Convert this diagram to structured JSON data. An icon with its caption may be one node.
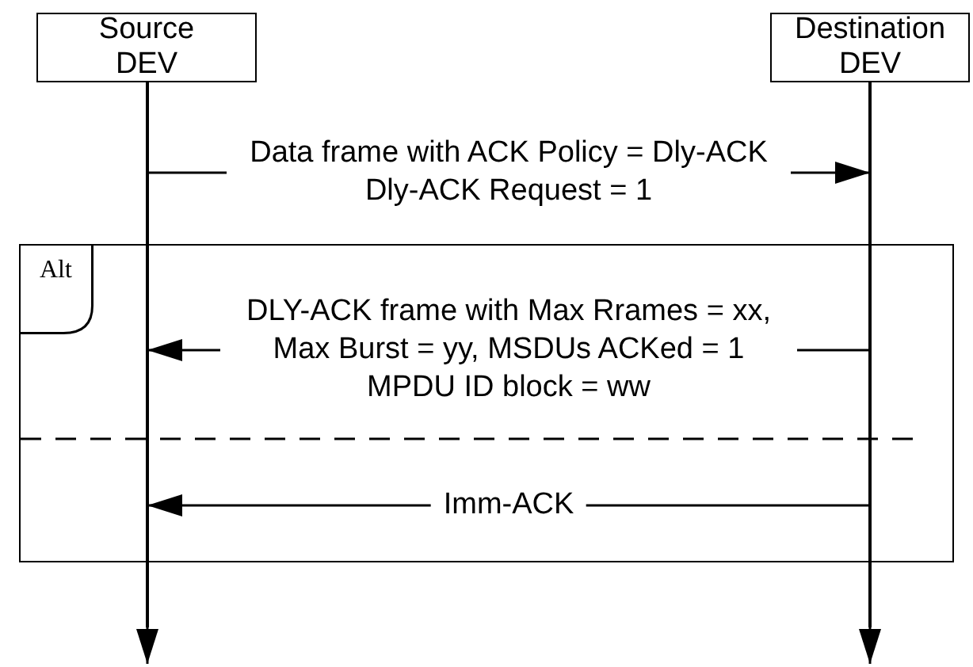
{
  "diagram": {
    "nodes": [
      {
        "text": [
          "Source DEV"
        ]
      },
      {
        "text": [
          "Destination DEV"
        ]
      },
      {
        "text": [
          "Alt"
        ]
      },
      {
        "text": [],
        "shape": "bar"
      },
      {
        "text": [],
        "shape": "bar"
      }
    ],
    "edges": [
      {
        "from": 3,
        "to": 4,
        "arrow": "to",
        "label": "Data frame with ACK Policy = Dly-ACK Dly-ACK Request = 1"
      },
      {
        "from": 4,
        "to": 3,
        "arrow": "to",
        "label": "DLY-ACK frame with Max Rrames = xx, Max Burst = yy, MSDUs ACKed = 1 MPDU ID block = ww"
      },
      {
        "from": 4,
        "to": 3,
        "arrow": "to",
        "label": "Imm-ACK"
      },
      {
        "from": 3,
        "to": null,
        "arrow": "to"
      },
      {
        "from": 4,
        "to": null,
        "arrow": "to"
      }
    ]
  }
}
